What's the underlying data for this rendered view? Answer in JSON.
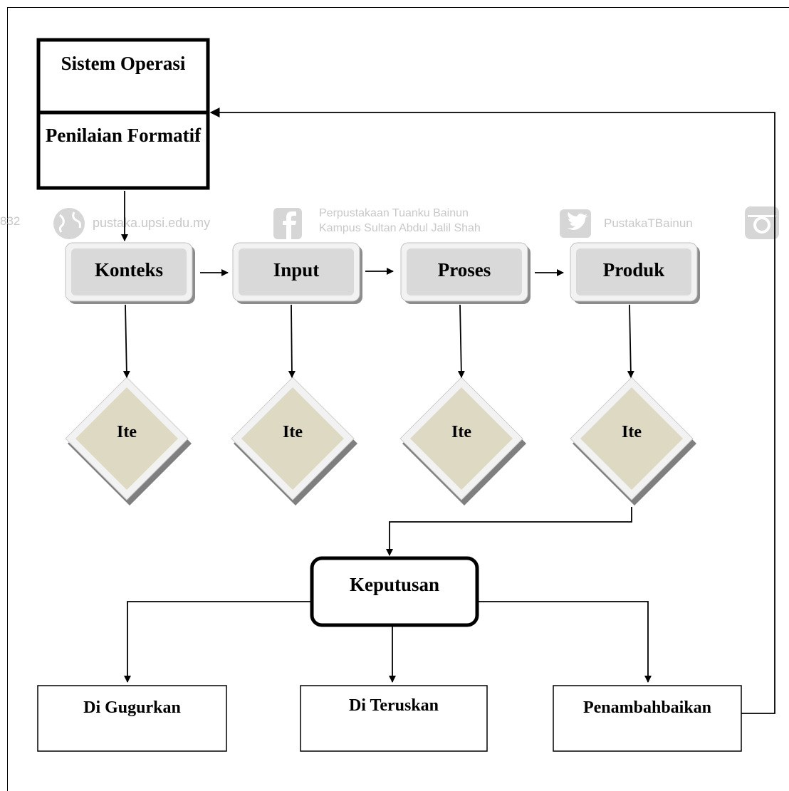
{
  "watermark": {
    "number_fragment": "832",
    "website": "pustaka.upsi.edu.my",
    "facebook_line1": "Perpustakaan Tuanku Bainun",
    "facebook_line2": "Kampus Sultan Abdul Jalil Shah",
    "twitter": "PustakaTBainun",
    "icons": [
      "globe-icon",
      "facebook-icon",
      "twitter-icon",
      "instagram-icon"
    ]
  },
  "diagram": {
    "top_box": {
      "upper": "Sistem Operasi",
      "lower": "Penilaian Formatif"
    },
    "stages": [
      "Konteks",
      "Input",
      "Proses",
      "Produk"
    ],
    "items": [
      "Ite",
      "Ite",
      "Ite",
      "Ite"
    ],
    "decision": "Keputusan",
    "outcomes": [
      "Di Gugurkan",
      "Di Teruskan",
      "Penambahbaikan"
    ]
  },
  "colors": {
    "stage_fill": "#d9d9d9",
    "item_fill": "#ddd9c3",
    "line": "#000000"
  }
}
